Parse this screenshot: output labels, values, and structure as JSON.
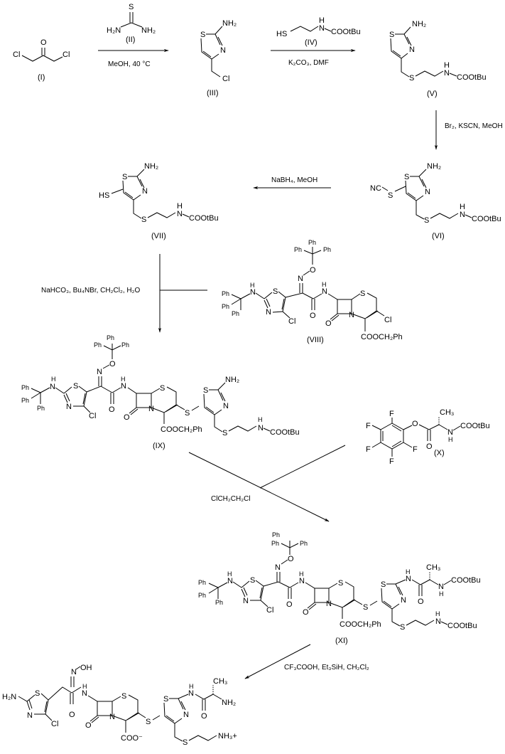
{
  "scheme": {
    "compounds": {
      "I": {
        "label": "(I)",
        "atoms": {
          "cl_left": "Cl",
          "cl_right": "Cl",
          "o": "O"
        }
      },
      "II": {
        "label": "(II)",
        "atoms": {
          "s": "S",
          "nh2_left": "H₂N",
          "nh2_right": "NH₂"
        }
      },
      "III": {
        "label": "(III)",
        "atoms": {
          "s": "S",
          "n": "N",
          "nh2": "NH₂",
          "cl": "Cl"
        }
      },
      "IV": {
        "label": "(IV)",
        "atoms": {
          "hs": "HS",
          "nh": "H",
          "n": "N",
          "boc": "COOtBu"
        }
      },
      "V": {
        "label": "(V)",
        "atoms": {
          "s_ring": "S",
          "n_ring": "N",
          "nh2": "NH₂",
          "s_chain": "S",
          "h": "H",
          "n": "N",
          "boc": "COOtBu"
        }
      },
      "VI": {
        "label": "(VI)",
        "atoms": {
          "s_ring": "S",
          "n_ring": "N",
          "nh2": "NH₂",
          "nc": "NC",
          "s_scn": "S",
          "s_chain": "S",
          "h": "H",
          "n": "N",
          "boc": "COOtBu"
        }
      },
      "VII": {
        "label": "(VII)",
        "atoms": {
          "s_ring": "S",
          "n_ring": "N",
          "nh2": "NH₂",
          "hs": "HS",
          "s_chain": "S",
          "h": "H",
          "n": "N",
          "boc": "COOtBu"
        }
      },
      "VIII": {
        "label": "(VIII)",
        "atoms": {
          "ph": "Ph",
          "o": "O",
          "n_oxime": "N",
          "nh": "H",
          "n": "N",
          "s": "S",
          "cl": "Cl",
          "o_amide": "O",
          "o_lactam": "O",
          "n_lactam": "N",
          "s_ring": "S",
          "cl_3": "Cl",
          "ester": "COOCH₂Ph",
          "n_thz": "N",
          "s_thz": "S"
        }
      },
      "IX": {
        "label": "(IX)",
        "atoms": {
          "ph": "Ph",
          "o": "O",
          "n": "N",
          "h": "H",
          "s": "S",
          "cl": "Cl",
          "ester": "COOCH₂Ph",
          "nh2": "NH₂",
          "boc": "COOtBu"
        }
      },
      "X": {
        "label": "(X)",
        "atoms": {
          "f": "F",
          "o": "O",
          "ch3": "CH₃",
          "n": "N",
          "h": "H",
          "boc": "COOtBu"
        }
      },
      "XI": {
        "label": "(XI)",
        "atoms": {
          "ph": "Ph",
          "o": "O",
          "n": "N",
          "h": "H",
          "s": "S",
          "cl": "Cl",
          "ester": "COOCH₂Ph",
          "ch3": "CH₃",
          "boc": "COOtBu"
        }
      },
      "final": {
        "atoms": {
          "nh2_left": "H₂N",
          "oh": "OH",
          "n": "N",
          "h": "H",
          "s": "S",
          "cl": "Cl",
          "o": "O",
          "coo": "COO⁻",
          "ch3": "CH₃",
          "nh2": "NH₂",
          "nh3": "NH₃+"
        }
      }
    },
    "steps": [
      {
        "id": "step1",
        "reagent_above": "(II)",
        "conditions": "MeOH, 40 °C"
      },
      {
        "id": "step2",
        "reagent_above": "(IV)",
        "conditions": "K₂CO₃, DMF"
      },
      {
        "id": "step3",
        "conditions": "Br₂, KSCN, MeOH"
      },
      {
        "id": "step4",
        "conditions": "NaBH₄, MeOH"
      },
      {
        "id": "step5",
        "conditions": "NaHCO₃, Bu₄NBr, CH₂Cl₂, H₂O"
      },
      {
        "id": "step6",
        "conditions": "ClCH₂CH₂Cl"
      },
      {
        "id": "step7",
        "conditions": "CF₃COOH, Et₃SiH, CH₂Cl₂"
      }
    ]
  }
}
